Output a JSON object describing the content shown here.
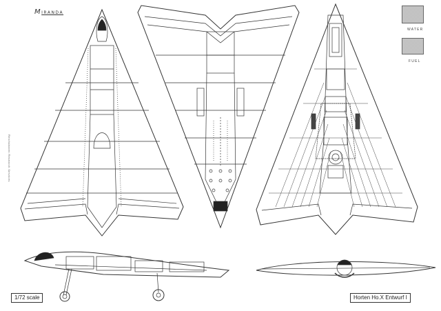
{
  "logo": {
    "text": "IRANDA",
    "initial": "M"
  },
  "legend": {
    "water": {
      "label": "WATER",
      "color": "#d8d8d8"
    },
    "fuel": {
      "label": "FUEL",
      "color": "#d8d8d8"
    }
  },
  "side_credit": "Reichsbaren Research Services",
  "scale_label": "1/72 scale",
  "drawing_title": "Horten Ho.X Entwurf I",
  "line_color": "#333333"
}
